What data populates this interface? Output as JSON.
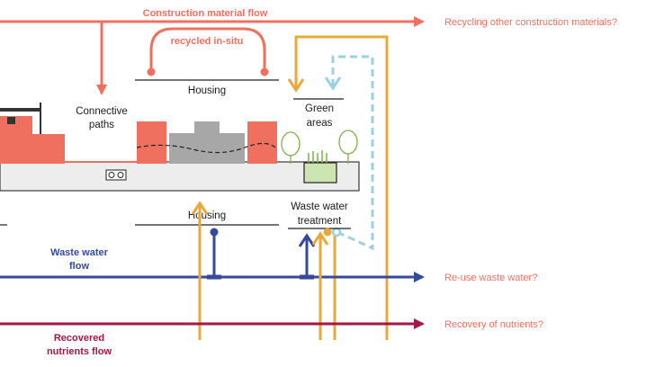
{
  "colors": {
    "construction": "#F0705F",
    "wastewater": "#354A9C",
    "nutrients": "#A3164A",
    "orange": "#E9A93A",
    "dashed_blue": "#9AD1E2",
    "grey_building": "#A7A7A7",
    "ground": "#EDEDED",
    "green_fill": "#CDE6B0",
    "tree_stroke": "#7FB24A"
  },
  "flows": {
    "construction_title": "Construction material flow",
    "recycled_label": "recycled in-situ",
    "recycling_other": "Recycling other construction materials?",
    "waste_water_line1": "Waste water",
    "waste_water_line2": "flow",
    "reuse_waste_water": "Re-use waste  water?",
    "nutrients_line1": "Recovered",
    "nutrients_line2": "nutrients flow",
    "recovery_nutrients": "Recovery of nutrients?"
  },
  "labels": {
    "housing_top": "Housing",
    "connective_line1": "Connective",
    "connective_line2": "paths",
    "green_line1": "Green",
    "green_line2": "areas",
    "housing_bottom": "Housing",
    "wwt_line1": "Waste water",
    "wwt_line2": "treatment"
  }
}
